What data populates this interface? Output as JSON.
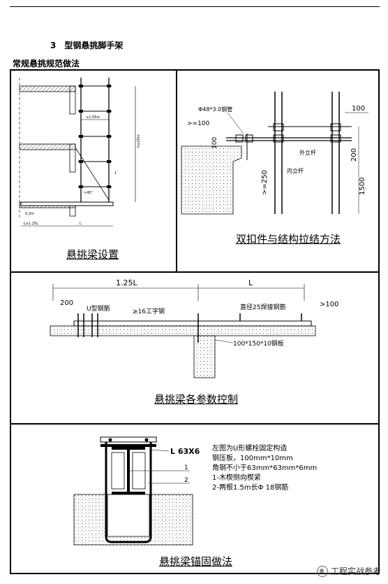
{
  "section": {
    "number": "3",
    "title": "型钢悬挑脚手架"
  },
  "subheading": "常规悬挑规范做法",
  "panels": {
    "setup": {
      "caption": "悬挑梁设置",
      "labels": {
        "h": "h≤20m",
        "spacing": "≤1.05m",
        "angle": ">45°",
        "offset": "0.2m",
        "base": "L≥1.25L",
        "len": "L",
        "one": "1"
      }
    },
    "tie": {
      "caption": "双扣件与结构拉结方法",
      "labels": {
        "pipe": "Φ48*3.0钢管",
        "gap100": ">=100",
        "v100": "100",
        "v250": ">=250",
        "outer": "外立杆",
        "inner": "内立杆",
        "t100": "100",
        "v200": "200",
        "v1500": "1500"
      }
    },
    "params": {
      "caption": "悬挑梁各参数控制",
      "labels": {
        "l125": "1.25L",
        "L": "L",
        "d200": "200",
        "ubar": "U型钢筋",
        "ibeam": "≥16工字钢",
        "weld": "直径25焊接钢筋",
        "d100": ">100",
        "plate": "100*150*10钢板"
      }
    },
    "anchor": {
      "caption": "悬挑梁锚固做法",
      "angle_label": "L 63X6",
      "marker1": "1",
      "marker2": "2",
      "notes": [
        "左图为U形螺栓固定构造",
        "钢压板，100mm*10mm",
        "角钢不小于63mm*63mm*6mm",
        "1-木楔侧向楔紧",
        "2-两根1.5m长Φ 18钢筋"
      ]
    }
  },
  "watermark": "工程实战参考"
}
